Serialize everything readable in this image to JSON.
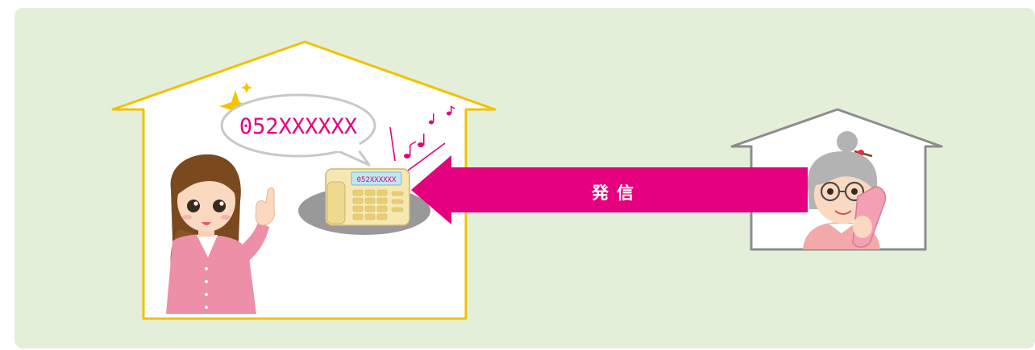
{
  "speech_bubble_number": "052XXXXXX",
  "phone_display_number": "052XXXXXX",
  "arrow_label": "発信",
  "colors": {
    "background_panel": "#e3efd9",
    "arrow": "#e4007f",
    "left_house_outline": "#f2c200",
    "right_house_outline": "#8c8c8c",
    "number_text": "#e4007f"
  }
}
